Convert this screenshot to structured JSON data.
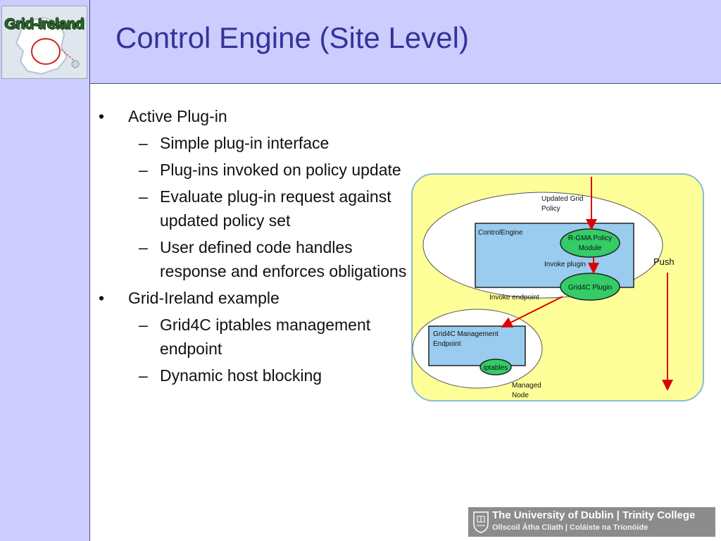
{
  "slide": {
    "title": "Control Engine (Site Level)",
    "logo_text": "Grid-Ireland"
  },
  "bullets": [
    {
      "level": 1,
      "text": "Active Plug-in"
    },
    {
      "level": 2,
      "text": "Simple plug-in interface"
    },
    {
      "level": 2,
      "text": "Plug-ins invoked on policy update"
    },
    {
      "level": 2,
      "text": "Evaluate plug-in request against updated policy set"
    },
    {
      "level": 2,
      "text": "User defined code handles response and enforces obligations"
    },
    {
      "level": 1,
      "text": "Grid-Ireland example"
    },
    {
      "level": 2,
      "text": "Grid4C iptables management endpoint"
    },
    {
      "level": 2,
      "text": "Dynamic host blocking"
    }
  ],
  "diagram": {
    "updated_policy_line1": "Updated Grid",
    "updated_policy_line2": "Policy",
    "control_engine_label": "ControlEngine",
    "rgma_line1": "R-GMA Policy",
    "rgma_line2": "Module",
    "invoke_plugin": "Invoke plugin",
    "grid4c_plugin": "Grid4C Plugin",
    "invoke_endpoint": "Invoke endpoint",
    "push": "Push",
    "mgmt_line1": "Grid4C Management",
    "mgmt_line2": "Endpoint",
    "iptables": "iptables",
    "managed_line1": "Managed",
    "managed_line2": "Node"
  },
  "colors": {
    "background_fill": "#ffff99",
    "box_fill": "#99ccee",
    "node_fill": "#33cc66",
    "arrow": "#dd0000",
    "title": "#333399",
    "band": "#ccccff"
  },
  "footer": {
    "university_line1": "The University of Dublin | Trinity College",
    "university_line2": "Ollscoil Átha Cliath | Coláiste na Tríonóide",
    "crest_icon": "trinity-crest-icon"
  }
}
